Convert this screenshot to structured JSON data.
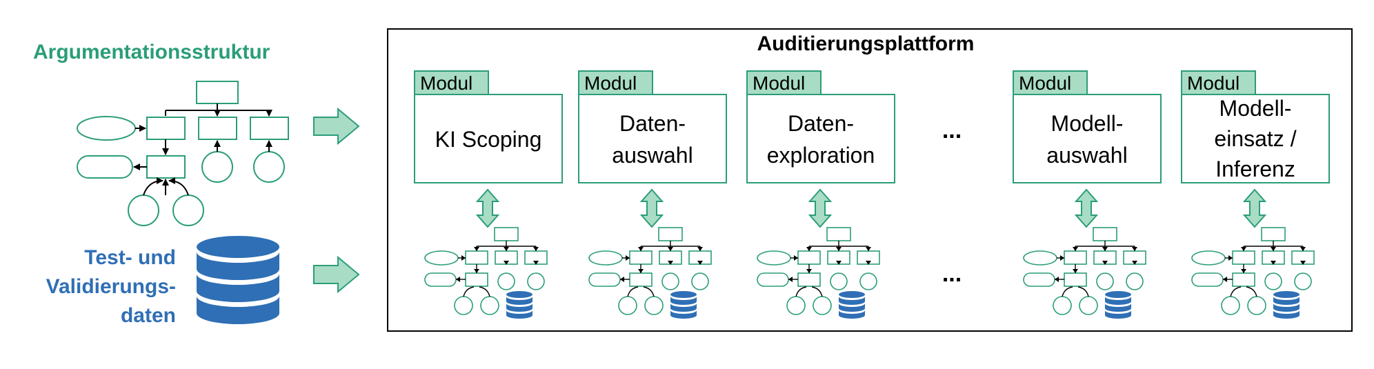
{
  "left": {
    "structure_title": "Argumentationsstruktur",
    "data_title_lines": [
      "Test- und",
      "Validierungs-",
      "daten"
    ]
  },
  "platform": {
    "title": "Auditierungsplattform",
    "tab_label": "Modul",
    "ellipsis": "...",
    "modules": [
      {
        "lines": [
          "KI Scoping"
        ]
      },
      {
        "lines": [
          "Daten-",
          "auswahl"
        ]
      },
      {
        "lines": [
          "Daten-",
          "exploration"
        ]
      },
      {
        "lines": [
          "Modell-",
          "auswahl"
        ]
      },
      {
        "lines": [
          "Modell-",
          "einsatz /",
          "Inferenz"
        ]
      }
    ]
  },
  "colors": {
    "green": "#2a9d78",
    "green_fill": "#a8dcc5",
    "blue": "#2f6fb5"
  }
}
